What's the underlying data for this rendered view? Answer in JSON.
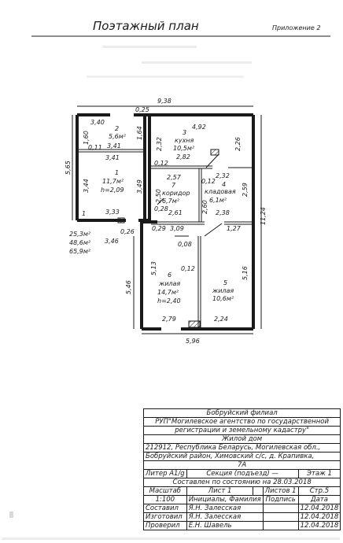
{
  "header": {
    "title": "Поэтажный план",
    "appendix": "Приложение 2"
  },
  "plan": {
    "overall_width_top": "9,38",
    "overall_depth_left": "5,65",
    "overall_depth_right": "11,24",
    "overall_width_bottom": "5,96",
    "totals": [
      "25,3м²",
      "48,6м²",
      "65,9м²"
    ],
    "rooms": [
      {
        "no": "1",
        "area": "11,7м²",
        "height": "h=2,09"
      },
      {
        "no": "2",
        "area": "5,6м²"
      },
      {
        "no": "3",
        "name": "кухня",
        "area": "10,5м²"
      },
      {
        "no": "4",
        "name": "кладовая",
        "area": "6,1м²"
      },
      {
        "no": "5",
        "name": "жилая",
        "area": "10,6м²"
      },
      {
        "no": "6",
        "name": "жилая",
        "area": "14,7м²",
        "height": "h=2,40"
      },
      {
        "no": "7",
        "name": "коридор",
        "area": "6,7м²"
      }
    ],
    "dims": {
      "d340": "3,40",
      "d160": "1,60",
      "d011": "0,11",
      "d341a": "3,41",
      "d341b": "3,41",
      "d164": "1,64",
      "d025": "0,25",
      "d344": "3,44",
      "d349": "3,49",
      "d333": "3,33",
      "d346": "3,46",
      "d026": "0,26",
      "d492": "4,92",
      "d232a": "2,32",
      "d226": "2,26",
      "d282": "2,82",
      "d012a": "0,12",
      "d257": "2,57",
      "d232b": "2,32",
      "d012b": "0,12",
      "d250": "2,50",
      "d260": "2,60",
      "d259": "2,59",
      "d028": "0,28",
      "d261": "2,61",
      "d238": "2,38",
      "d029": "0,29",
      "d309": "3,09",
      "d127": "1,27",
      "d008": "0,08",
      "d513": "5,13",
      "d546": "5,46",
      "d012c": "0,12",
      "d516": "5,16",
      "d279": "2,79",
      "d224": "2,24"
    }
  },
  "stamp": {
    "org_line1": "Бобруйский филиал",
    "org_line2": "РУП\"Могилевское агентство по государственной",
    "org_line3": "регистрации и земельному кадастру\"",
    "object": "Жилой дом",
    "address_line1": "212912, Республика Беларусь, Могилевская обл.,",
    "address_line2": "Бобруйский район, Химовский с/с, д. Крапивка,",
    "address_line3": "7А",
    "liter": "Литер А1/g",
    "section": "Секция (подъезд) —",
    "floor": "Этаж 1",
    "compiled": "Составлен по состоянию на 28.03.2018",
    "h_scale": "Масштаб",
    "h_sheet": "Лист 1",
    "h_sheets": "Листов 1",
    "h_page": "Стр.5",
    "scale": "1:100",
    "h_initials": "Инициалы, Фамилия",
    "h_sign": "Подпись",
    "h_date": "Дата",
    "r1_role": "Составил",
    "r1_name": "Я.Н. Залесская",
    "r1_date": "12.04.2018",
    "r2_role": "Изготовил",
    "r2_name": "Я.Н. Залесская",
    "r2_date": "12.04.2018",
    "r3_role": "Проверил",
    "r3_name": "Е.Н. Шавель",
    "r3_date": "12.04.2018"
  }
}
